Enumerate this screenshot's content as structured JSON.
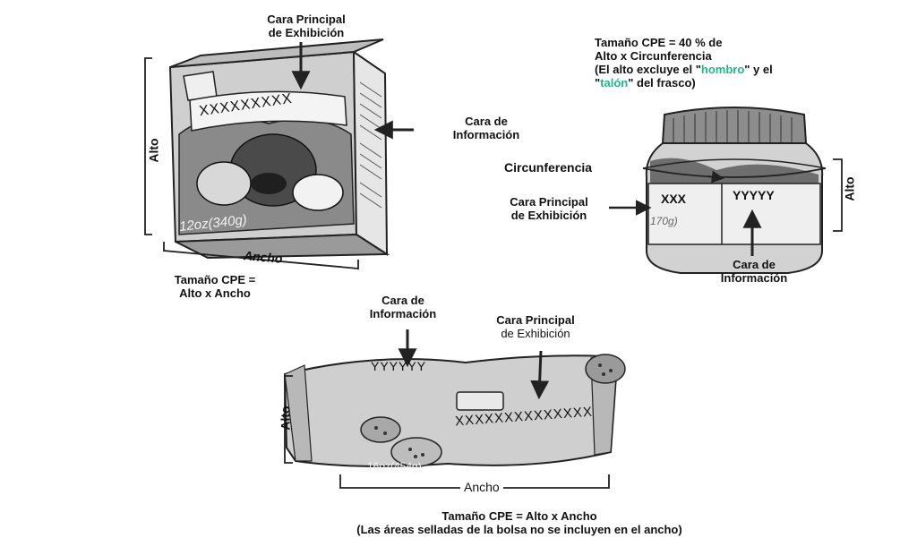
{
  "box": {
    "pde_label_1": "Cara Principal",
    "pde_label_2": "de Exhibición",
    "info_label_1": "Cara de",
    "info_label_2": "Información",
    "height_label": "Alto",
    "width_label": "Ancho",
    "product_code": "XXXXXXXXX",
    "net_weight": "12oz(340g)",
    "size_label_1": "Tamaño CPE =",
    "size_label_2": "Alto x Ancho"
  },
  "jar": {
    "size_label_1": "Tamaño CPE = 40 % de",
    "size_label_2": "Alto x Circunferencia",
    "note_prefix": "(El alto excluye el \"",
    "note_shoulder": "hombro",
    "note_middle": "\" y el",
    "note_quote": "\"",
    "note_heel": "talón",
    "note_suffix": "\" del frasco)",
    "circumference_label": "Circunferencia",
    "pde_label_1": "Cara Principal",
    "pde_label_2": "de Exhibición",
    "height_label": "Alto",
    "pde_code": "XXX",
    "info_code": "YYYYY",
    "weight_fragment": "170g)",
    "info_label_1": "Cara de",
    "info_label_2": "Información"
  },
  "bag": {
    "info_label_1": "Cara de",
    "info_label_2": "Información",
    "pde_label_1": "Cara Principal",
    "pde_label_2": "de Exhibición",
    "info_code": "YYYYYY",
    "pde_code": "XXXXXXXXXXXXXX",
    "net_weight": "16oz(454g)",
    "height_label": "Alto",
    "width_label": "Ancho",
    "size_label_1": "Tamaño CPE = Alto x Ancho",
    "size_label_2": "(Las áreas selladas de la bolsa no se incluyen en el ancho)"
  }
}
